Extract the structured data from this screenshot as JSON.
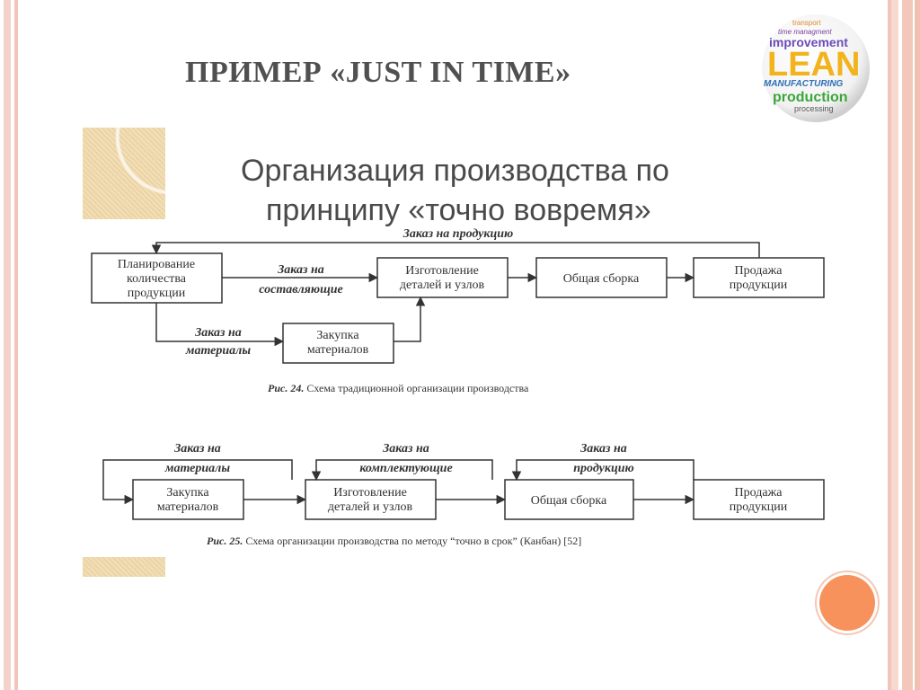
{
  "slide": {
    "title": "ПРИМЕР «JUST IN TIME»",
    "headline": {
      "line1": "Организация производства по",
      "line2": "принципу «точно вовремя»"
    }
  },
  "logo": {
    "words": [
      "transport",
      "time managment",
      "improvement",
      "LEAN",
      "MANUFACTURING",
      "production",
      "processing"
    ]
  },
  "diagram1": {
    "nodes": {
      "planning": [
        "Планирование",
        "количества",
        "продукции"
      ],
      "parts": [
        "Изготовление",
        "деталей и узлов"
      ],
      "assembly": [
        "Общая сборка"
      ],
      "sales": [
        "Продажа",
        "продукции"
      ],
      "purchase": [
        "Закупка",
        "материалов"
      ]
    },
    "edges": {
      "order_products": "Заказ на продукцию",
      "order_components": [
        "Заказ на",
        "составляющие"
      ],
      "order_materials": [
        "Заказ на",
        "материалы"
      ]
    },
    "caption": {
      "number": "Рис. 24.",
      "text": "Схема традиционной организации производства"
    }
  },
  "diagram2": {
    "nodes": {
      "purchase": [
        "Закупка",
        "материалов"
      ],
      "parts": [
        "Изготовление",
        "деталей и узлов"
      ],
      "assembly": [
        "Общая сборка"
      ],
      "sales": [
        "Продажа",
        "продукции"
      ]
    },
    "edges": {
      "order_materials": [
        "Заказ на",
        "материалы"
      ],
      "order_kits": [
        "Заказ на",
        "комплектующие"
      ],
      "order_products": [
        "Заказ на",
        "продукцию"
      ]
    },
    "caption": {
      "number": "Рис. 25.",
      "text": "Схема организации производства по методу “точно в срок” (Канбан) [52]"
    }
  },
  "colors": {
    "accent_orange": "#f7925d",
    "frame_pink": "#f1c5b8",
    "title_gray": "#505050"
  }
}
